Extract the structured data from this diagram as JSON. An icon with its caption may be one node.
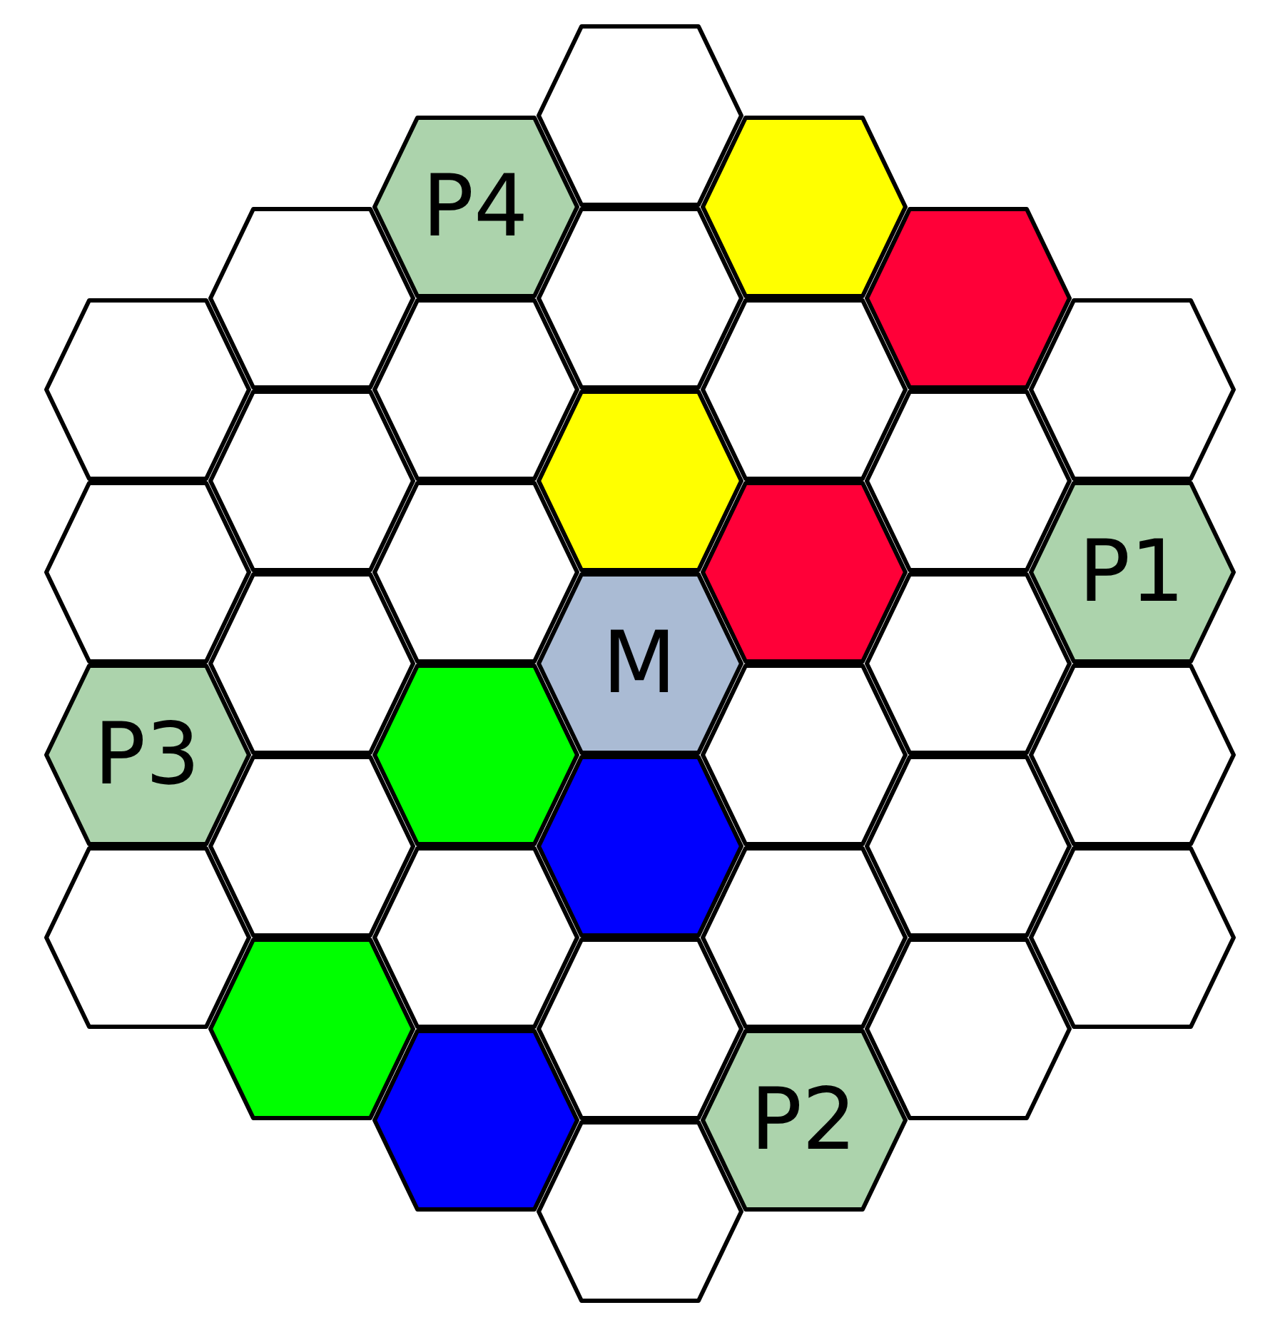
{
  "diagram": {
    "nodes": [
      {
        "text": [],
        "shape": "hexagon"
      },
      {
        "text": [
          "P4"
        ]
      },
      {
        "text": [],
        "shape": "hexagon"
      },
      {
        "text": [],
        "shape": "hexagon"
      },
      {
        "text": [],
        "shape": "hexagon"
      },
      {
        "text": [],
        "shape": "hexagon"
      },
      {
        "text": [],
        "shape": "hexagon"
      },
      {
        "text": [],
        "shape": "hexagon"
      },
      {
        "text": [],
        "shape": "hexagon"
      },
      {
        "text": [],
        "shape": "hexagon"
      },
      {
        "text": [],
        "shape": "hexagon"
      },
      {
        "text": [],
        "shape": "hexagon"
      },
      {
        "text": [],
        "shape": "hexagon"
      },
      {
        "text": [],
        "shape": "hexagon"
      },
      {
        "text": [],
        "shape": "hexagon"
      },
      {
        "text": [],
        "shape": "hexagon"
      },
      {
        "text": [
          "P1"
        ]
      },
      {
        "text": [],
        "shape": "hexagon"
      },
      {
        "text": [
          "M"
        ]
      },
      {
        "text": [],
        "shape": "hexagon"
      },
      {
        "text": [
          "P3"
        ]
      },
      {
        "text": [],
        "shape": "hexagon"
      },
      {
        "text": [],
        "shape": "hexagon"
      },
      {
        "text": [],
        "shape": "hexagon"
      },
      {
        "text": [],
        "shape": "hexagon"
      },
      {
        "text": [],
        "shape": "hexagon"
      },
      {
        "text": [],
        "shape": "hexagon"
      },
      {
        "text": [],
        "shape": "hexagon"
      },
      {
        "text": [],
        "shape": "hexagon"
      },
      {
        "text": [],
        "shape": "hexagon"
      },
      {
        "text": [],
        "shape": "hexagon"
      },
      {
        "text": [],
        "shape": "hexagon"
      },
      {
        "text": [],
        "shape": "hexagon"
      },
      {
        "text": [],
        "shape": "hexagon"
      },
      {
        "text": [],
        "shape": "hexagon"
      },
      {
        "text": [
          "P2"
        ]
      },
      {
        "text": [],
        "shape": "hexagon"
      }
    ]
  }
}
